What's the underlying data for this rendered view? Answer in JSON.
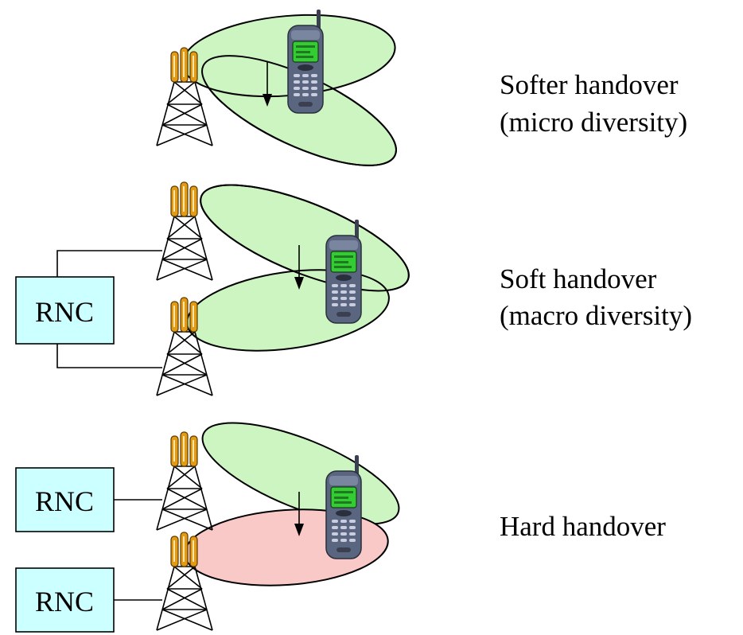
{
  "colors": {
    "cell_green": "#ccf5c2",
    "cell_red": "#f9c9c8",
    "rnc_fill": "#ccffff",
    "phone_body": "#5a6680",
    "phone_screen": "#33cc33",
    "antenna": "#e39b16"
  },
  "icons": [
    "tower-icon",
    "phone-icon",
    "arrow-down-icon"
  ],
  "scenarios": [
    {
      "id": "softer",
      "label_line1": "Softer handover",
      "label_line2": "(micro diversity)"
    },
    {
      "id": "soft",
      "label_line1": "Soft handover",
      "label_line2": "(macro diversity)",
      "rnc_label": "RNC"
    },
    {
      "id": "hard",
      "label_line1": "Hard handover",
      "rnc_labels": [
        "RNC",
        "RNC"
      ]
    }
  ]
}
